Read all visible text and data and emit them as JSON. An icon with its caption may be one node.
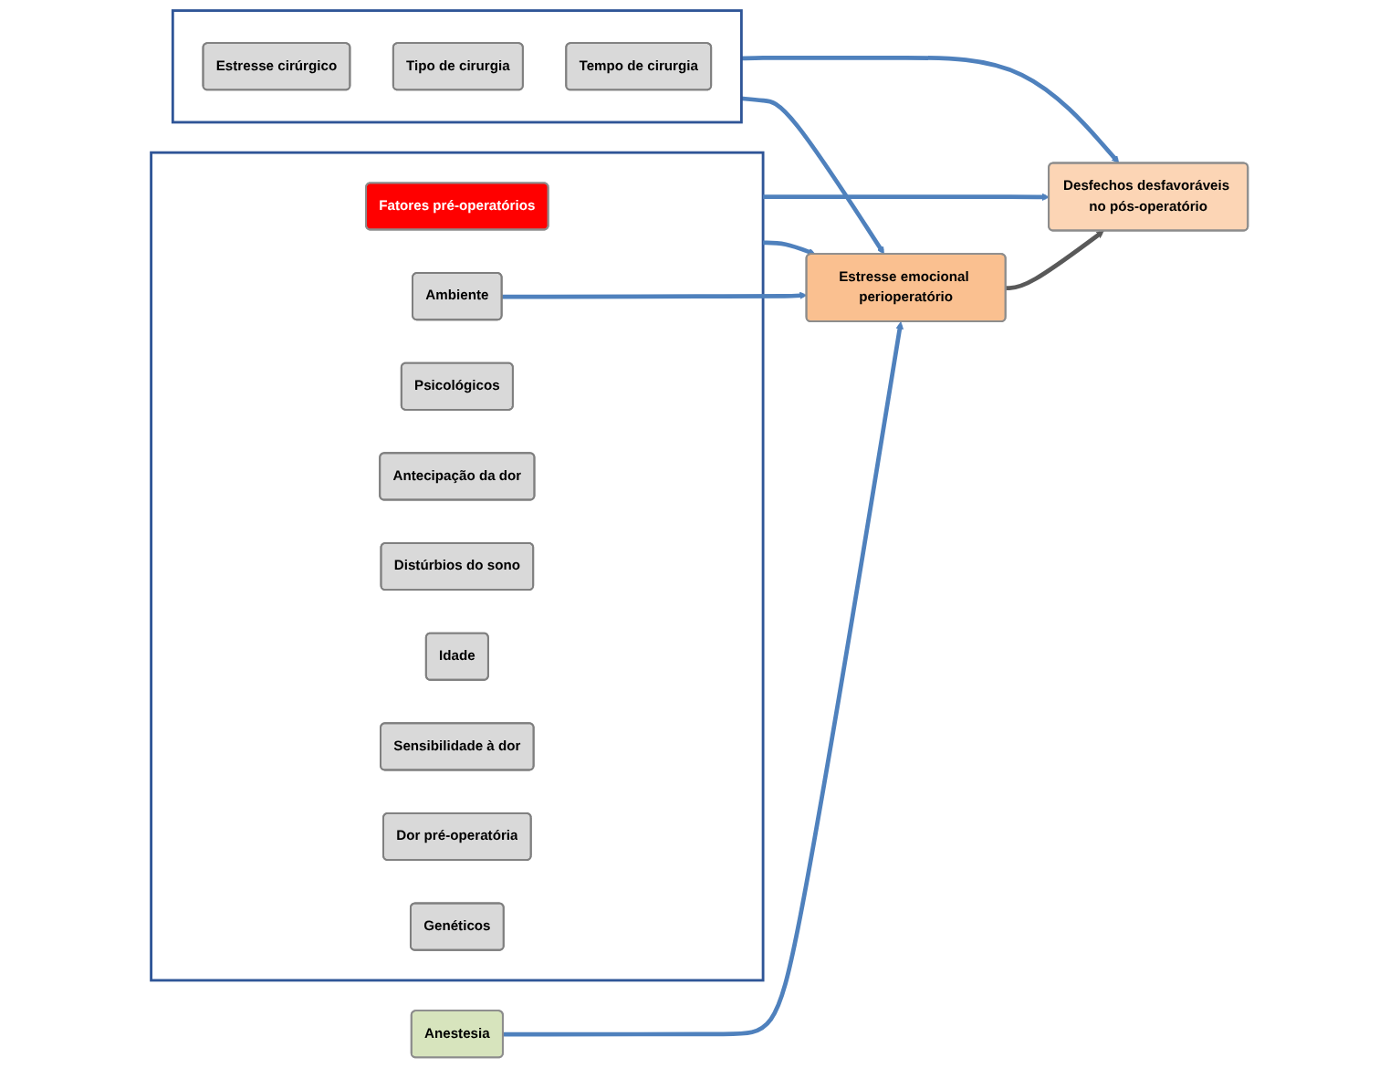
{
  "diagram": {
    "nodes": [
      {
        "text": [
          "Estresse emocional perioperatório"
        ]
      },
      {
        "text": [],
        "shape": "box"
      },
      {
        "text": [
          "Fatores pré-operatórios"
        ],
        "in": 1
      },
      {
        "text": [
          "Ambiente"
        ],
        "in": 1
      },
      {
        "text": [
          "Psicológicos"
        ],
        "in": 1
      },
      {
        "text": [
          "Antecipação da dor"
        ],
        "in": 1
      },
      {
        "text": [
          "Distúrbios do sono"
        ],
        "in": 1
      },
      {
        "text": [
          "Idade"
        ],
        "in": 1
      },
      {
        "text": [
          "Sensibilidade à dor"
        ],
        "in": 1
      },
      {
        "text": [
          "Dor pré-operatória"
        ],
        "in": 1
      },
      {
        "text": [
          "Genéticos"
        ],
        "in": 1
      },
      {
        "text": [
          "Anestesia"
        ]
      },
      {
        "text": [],
        "shape": "box"
      },
      {
        "text": [
          "Estresse cirúrgico"
        ],
        "in": 12
      },
      {
        "text": [
          "Tipo de cirurgia"
        ],
        "in": 12
      },
      {
        "text": [
          "Tempo de cirurgia"
        ],
        "in": 12
      },
      {
        "text": [
          "Desfechos desfavoráveis no pós-operatório"
        ]
      }
    ],
    "edges": [
      {
        "from": 3,
        "to": 0,
        "arrow": "to"
      },
      {
        "from": 1,
        "to": 0,
        "arrow": "to"
      },
      {
        "from": 1,
        "to": 16,
        "arrow": "to"
      },
      {
        "from": 0,
        "to": 16,
        "arrow": "to",
        "color": "#595959"
      },
      {
        "from": 11,
        "to": 0,
        "arrow": "to"
      },
      {
        "from": 12,
        "to": 0,
        "arrow": "to"
      },
      {
        "from": 12,
        "to": 16,
        "arrow": "to"
      }
    ]
  }
}
